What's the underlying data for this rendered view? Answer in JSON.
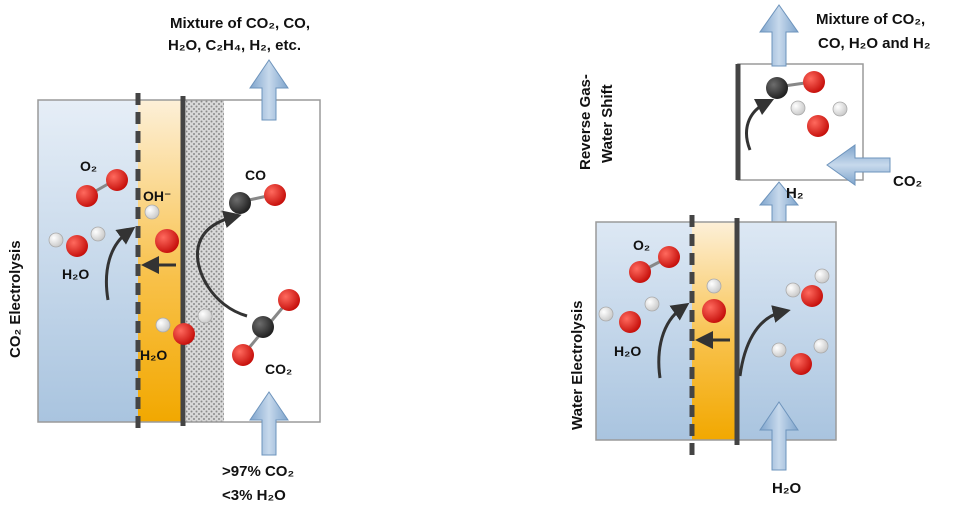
{
  "left_panel": {
    "side_label": "CO₂ Electrolysis",
    "top_output": {
      "line1": "Mixture of  CO₂, CO,",
      "line2": "H₂O, C₂H₄, H₂, etc."
    },
    "bottom_input": {
      "line1": ">97% CO₂",
      "line2": "<3% H₂O"
    },
    "molecules": {
      "o2": "O₂",
      "oh": "OH⁻",
      "h2o_left": "H₂O",
      "h2o_mid": "H₂O",
      "co": "CO",
      "co2": "CO₂"
    }
  },
  "right_panel": {
    "rwgs_label": {
      "line1": "Reverse Gas-",
      "line2": "Water Shift"
    },
    "top_output": {
      "line1": "Mixture of  CO₂,",
      "line2": "CO, H₂O and H₂"
    },
    "co2_input": "CO₂",
    "h2_link": "H₂",
    "side_label": "Water Electrolysis",
    "molecules": {
      "o2": "O₂",
      "h2o": "H₂O"
    },
    "bottom_input": "H₂O"
  },
  "colors": {
    "electrolyte_blue": "#b9d0e5",
    "membrane_orange": "#f6b71e",
    "oxygen_red": "#e0140f",
    "carbon_dark": "#333333",
    "arrow_blue": "#8fb2d4"
  }
}
